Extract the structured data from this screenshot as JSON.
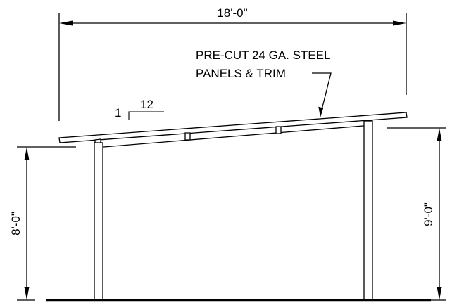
{
  "dimensions": {
    "span_width": "18'-0\"",
    "low_height": "8'-0\"",
    "high_height": "9'-0\""
  },
  "slope": {
    "rise": "1",
    "run": "12"
  },
  "callout": {
    "line1": "PRE-CUT 24 GA. STEEL",
    "line2": "PANELS & TRIM"
  }
}
